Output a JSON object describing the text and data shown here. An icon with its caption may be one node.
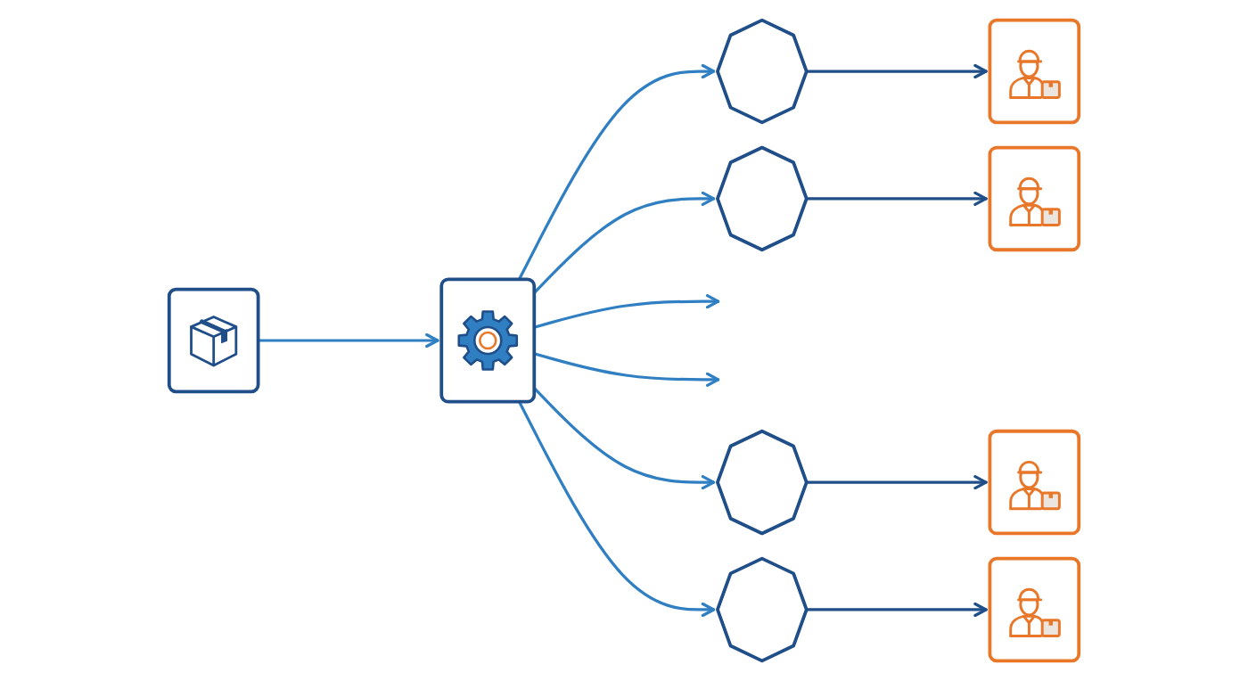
{
  "diagram": {
    "nodes": [
      {
        "text": [],
        "shape": "picture"
      },
      {
        "text": [],
        "shape": "picture"
      },
      {
        "text": [],
        "shape": "octagon"
      },
      {
        "text": [],
        "shape": "octagon"
      },
      {
        "text": [],
        "shape": "octagon"
      },
      {
        "text": [],
        "shape": "octagon"
      },
      {
        "text": [],
        "shape": "picture"
      },
      {
        "text": [],
        "shape": "picture"
      },
      {
        "text": [],
        "shape": "picture"
      },
      {
        "text": [],
        "shape": "picture"
      }
    ],
    "edges": [
      {
        "from": 0,
        "to": 1,
        "arrow": "to"
      },
      {
        "from": 1,
        "to": 2,
        "arrow": "to"
      },
      {
        "from": 1,
        "to": 3,
        "arrow": "to"
      },
      {
        "from": 1,
        "to": null,
        "arrow": "to"
      },
      {
        "from": 1,
        "to": null,
        "arrow": "to"
      },
      {
        "from": 1,
        "to": 4,
        "arrow": "to"
      },
      {
        "from": 1,
        "to": 5,
        "arrow": "to"
      },
      {
        "from": 2,
        "to": 6,
        "arrow": "to",
        "color": "#1f4e89"
      },
      {
        "from": 3,
        "to": 7,
        "arrow": "to",
        "color": "#1f4e89"
      },
      {
        "from": 4,
        "to": 8,
        "arrow": "to",
        "color": "#1f4e89"
      },
      {
        "from": 5,
        "to": 9,
        "arrow": "to",
        "color": "#1f4e89"
      }
    ]
  }
}
